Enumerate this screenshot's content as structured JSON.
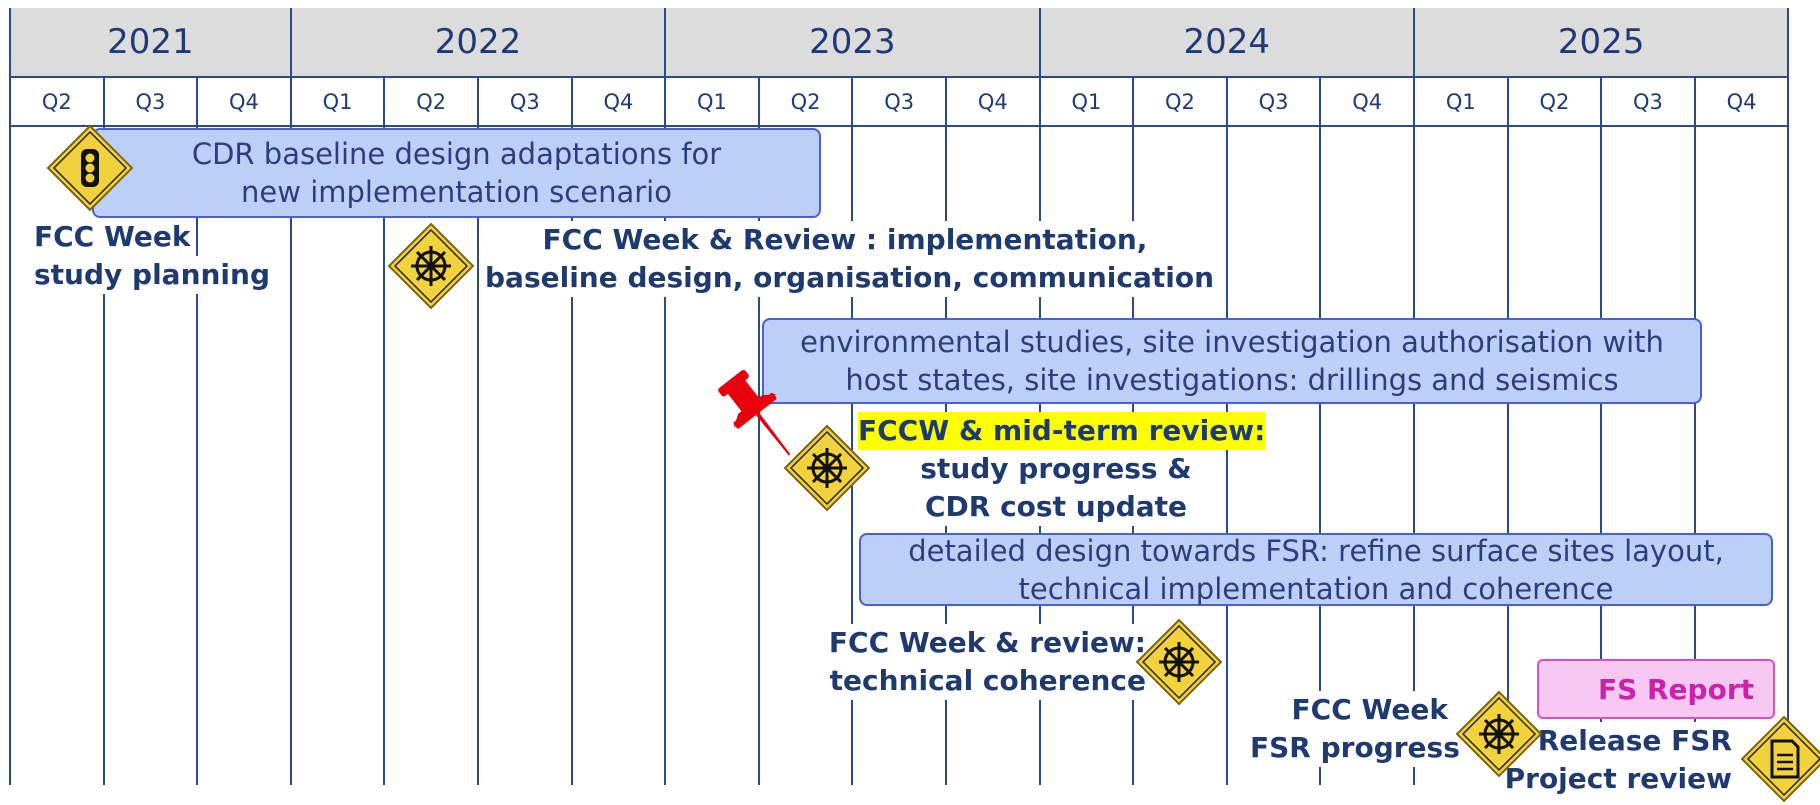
{
  "timeline": {
    "years": [
      "2021",
      "2022",
      "2023",
      "2024",
      "2025"
    ],
    "quarters": [
      "Q2",
      "Q3",
      "Q4",
      "Q1",
      "Q2",
      "Q3",
      "Q4",
      "Q1",
      "Q2",
      "Q3",
      "Q4",
      "Q1",
      "Q2",
      "Q3",
      "Q4",
      "Q1",
      "Q2",
      "Q3",
      "Q4"
    ]
  },
  "activities": {
    "cdr_adaptations": [
      "CDR baseline design adaptations for",
      "new implementation scenario"
    ],
    "env_studies": [
      "environmental studies, site investigation authorisation with",
      "host states, site investigations: drillings and seismics"
    ],
    "detailed_design": [
      "detailed design towards FSR: refine surface sites layout,",
      "technical implementation and coherence"
    ],
    "fs_report": "FS Report"
  },
  "milestones": {
    "study_planning": {
      "icon": "traffic-light-icon",
      "lines": [
        "FCC Week",
        "study planning"
      ]
    },
    "review_2022": {
      "icon": "ship-wheel-icon",
      "lines": [
        "FCC Week & Review : implementation,",
        "baseline design, organisation, communication"
      ]
    },
    "midterm": {
      "icon": "ship-wheel-icon",
      "lines": [
        "FCCW & mid-term review:",
        "study progress &",
        "CDR cost update"
      ],
      "highlight_color": "#ffff00"
    },
    "review_2024": {
      "icon": "ship-wheel-icon",
      "lines": [
        "FCC Week & review:",
        "technical coherence"
      ]
    },
    "fsr_progress": {
      "icon": "ship-wheel-icon",
      "lines": [
        "FCC Week",
        "FSR progress"
      ]
    },
    "release_fsr": {
      "icon": "document-icon",
      "lines": [
        "Release FSR",
        "Project review"
      ]
    }
  },
  "marker": {
    "icon": "pushpin-icon",
    "color": "#e8000b"
  },
  "colors": {
    "grid": "#2a4a8a",
    "header_bg": "#dcdcdc",
    "text": "#1f3a78",
    "box_fill": "#bcd0f7",
    "box_border": "#4a5fd1",
    "diamond": "#f2d23c"
  }
}
